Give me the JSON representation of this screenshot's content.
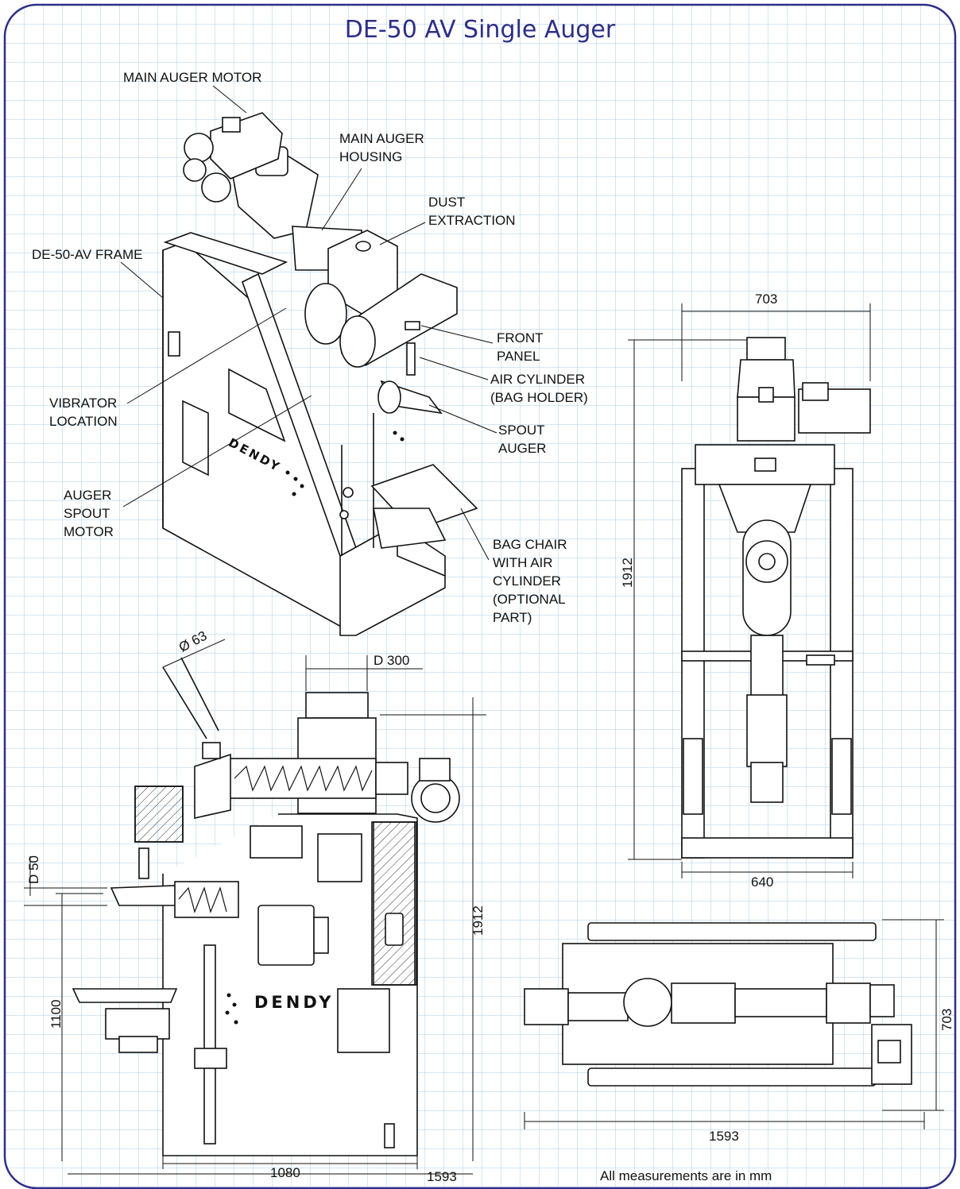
{
  "title": "DE-50 AV Single Auger",
  "colors": {
    "grid": "#a9cdea",
    "border": "#2e2f86",
    "title": "#2e2f86",
    "ink": "#111111"
  },
  "labels": {
    "main_auger_motor": "MAIN AUGER MOTOR",
    "main_auger_housing": "MAIN AUGER\nHOUSING",
    "dust_extraction": "DUST\nEXTRACTION",
    "frame": "DE-50-AV FRAME",
    "front_panel": "FRONT\nPANEL",
    "air_cylinder": "AIR CYLINDER\n(BAG HOLDER)",
    "spout_auger": "SPOUT\nAUGER",
    "vibrator_location": "VIBRATOR\nLOCATION",
    "auger_spout_motor": "AUGER\nSPOUT\nMOTOR",
    "bag_chair": "BAG CHAIR\nWITH AIR\nCYLINDER\n(OPTIONAL\nPART)"
  },
  "brand": {
    "iso": "DENDY",
    "side": "DENDY"
  },
  "dimensions": {
    "front_top_width": "703",
    "front_height": "1912",
    "front_base_width": "640",
    "side_pipe_diameter": "Ø 63",
    "side_hopper_diameter": "D 300",
    "side_spout_diameter": "D 50",
    "side_height": "1912",
    "side_spout_height": "1100",
    "side_base_depth": "1080",
    "side_total_length": "1593",
    "top_width": "703",
    "top_length": "1593"
  },
  "footnote": "All measurements are in mm"
}
